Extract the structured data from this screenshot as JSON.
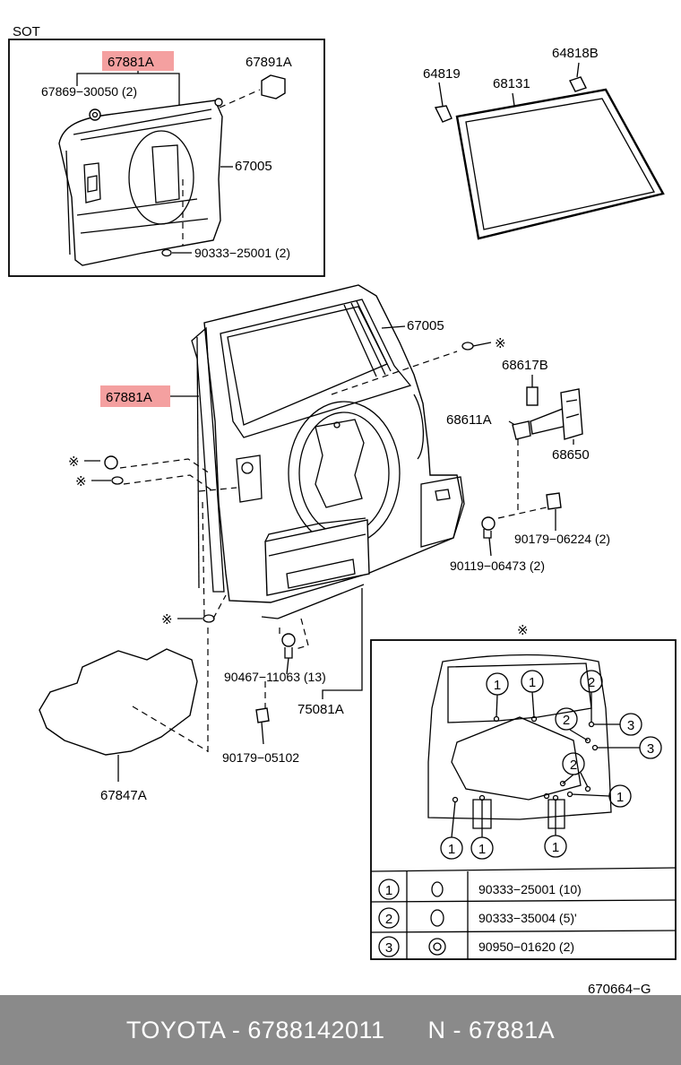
{
  "inset_sot": {
    "title": "SOT",
    "labels": {
      "p67881a": "67881A",
      "p67869": "67869−30050 (2)",
      "p67891a": "67891A",
      "p67005": "67005",
      "p90333": "90333−25001 (2)"
    }
  },
  "glass": {
    "labels": {
      "p64819": "64819",
      "p64818b": "64818B",
      "p68131": "68131"
    }
  },
  "main": {
    "labels": {
      "p67005": "67005",
      "p67881a": "67881A",
      "p68617b": "68617B",
      "p68611a": "68611A",
      "p68650": "68650",
      "p90179_06224": "90179−06224 (2)",
      "p90119": "90119−06473 (2)",
      "p90467": "90467−11063 (13)",
      "p75081a": "75081A",
      "p90179_05102": "90179−05102",
      "p67847a": "67847A"
    },
    "asterisk": "※"
  },
  "clip_inset": {
    "asterisk": "※",
    "markers": [
      "1",
      "2",
      "3"
    ],
    "legend": [
      {
        "num": "1",
        "part": "90333−25001 (10)"
      },
      {
        "num": "2",
        "part": "90333−35004 (5)'"
      },
      {
        "num": "3",
        "part": "90950−01620 (2)"
      }
    ]
  },
  "diagram_code": "670664−G",
  "footer": {
    "left": "TOYOTA - 6788142011",
    "right": "N - 67881A"
  }
}
